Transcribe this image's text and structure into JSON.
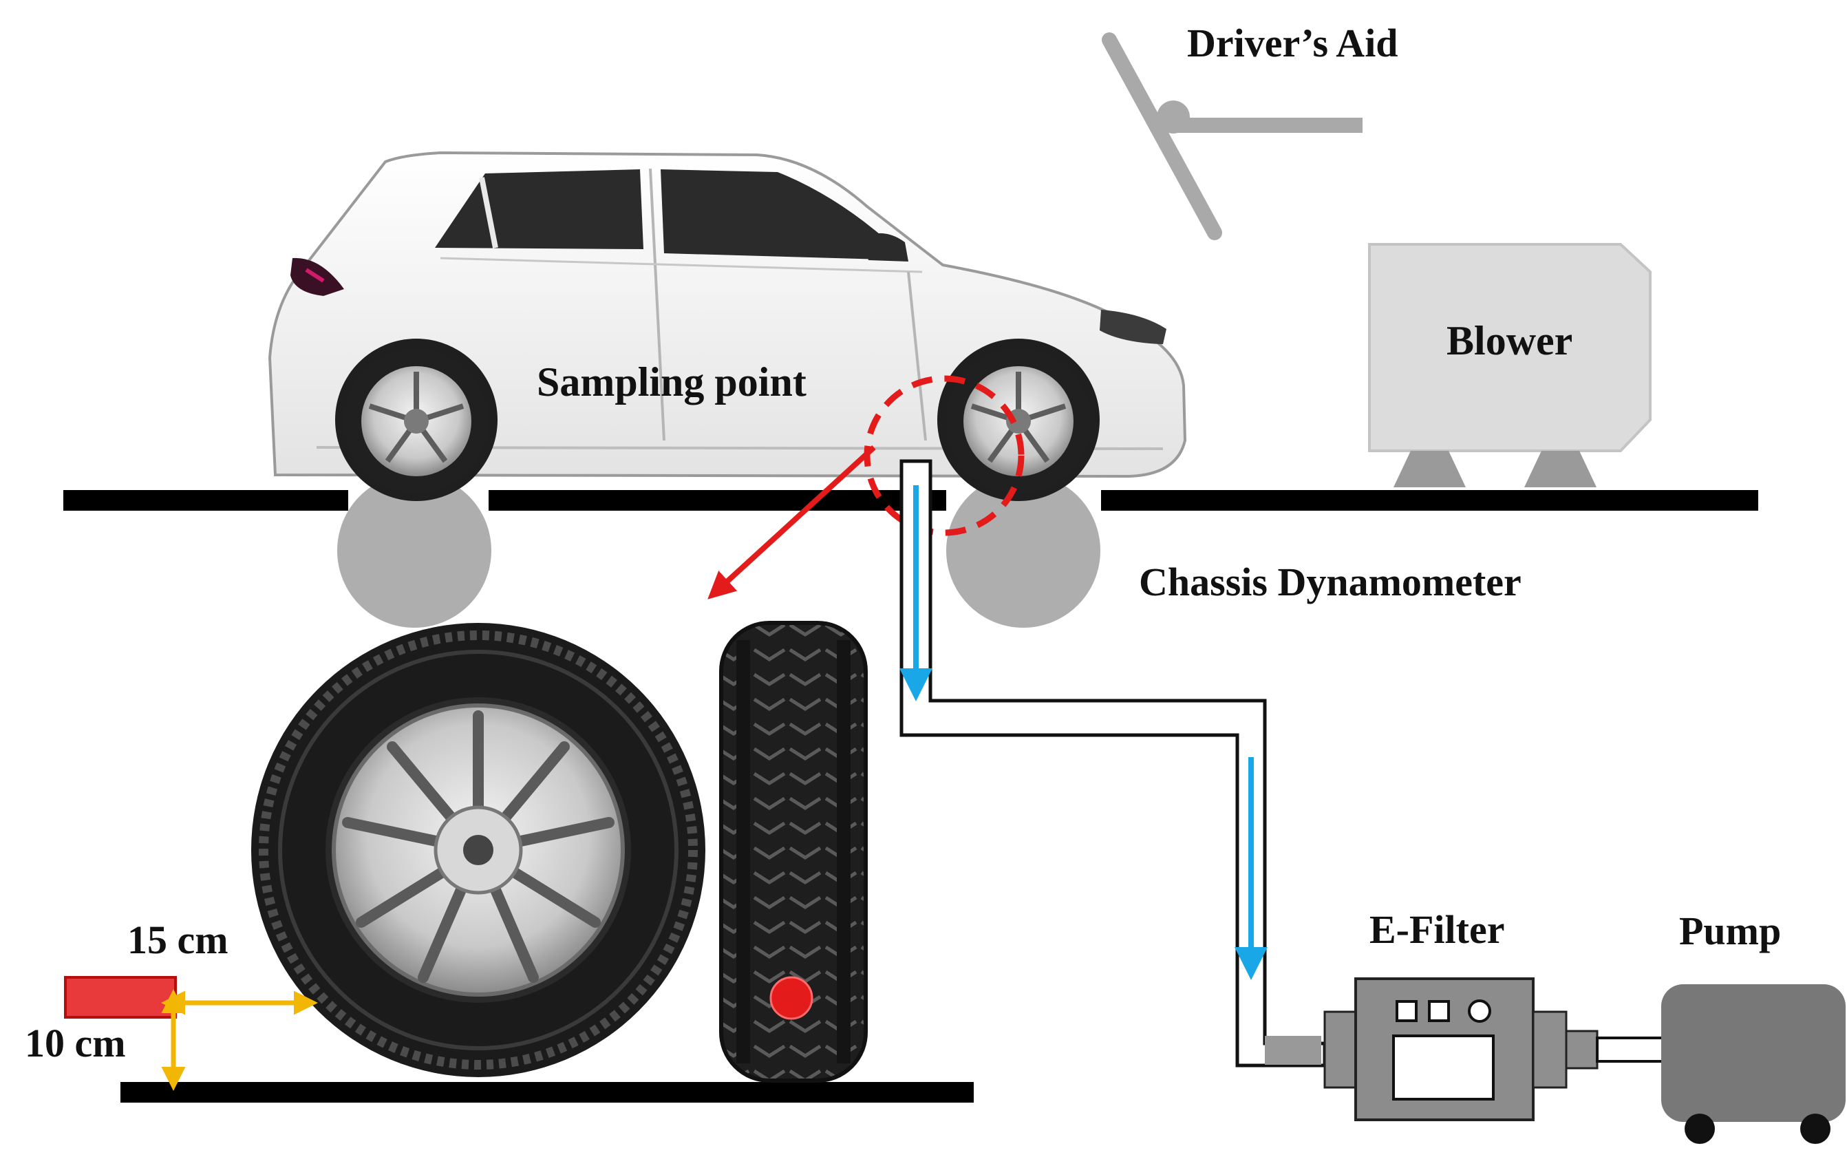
{
  "labels": {
    "drivers_aid": "Driver’s Aid",
    "blower": "Blower",
    "sampling_point": "Sampling point",
    "chassis_dynamometer": "Chassis Dynamometer",
    "e_filter": "E-Filter",
    "pump": "Pump",
    "dim_horizontal": "15 cm",
    "dim_vertical": "10 cm"
  },
  "colors": {
    "marker": "#e31b1b",
    "flow_arrow": "#1aa7e8",
    "dimension": "#f2b705",
    "roller": "#aeaeae",
    "floor": "#000000",
    "blower_body": "#dcdcdc",
    "pump_body": "#787878"
  },
  "icons": {
    "car": "hatchback-car-icon",
    "tire": "tire-icon",
    "wheel": "alloy-wheel-icon",
    "fan": "drivers-aid-fan-icon"
  }
}
